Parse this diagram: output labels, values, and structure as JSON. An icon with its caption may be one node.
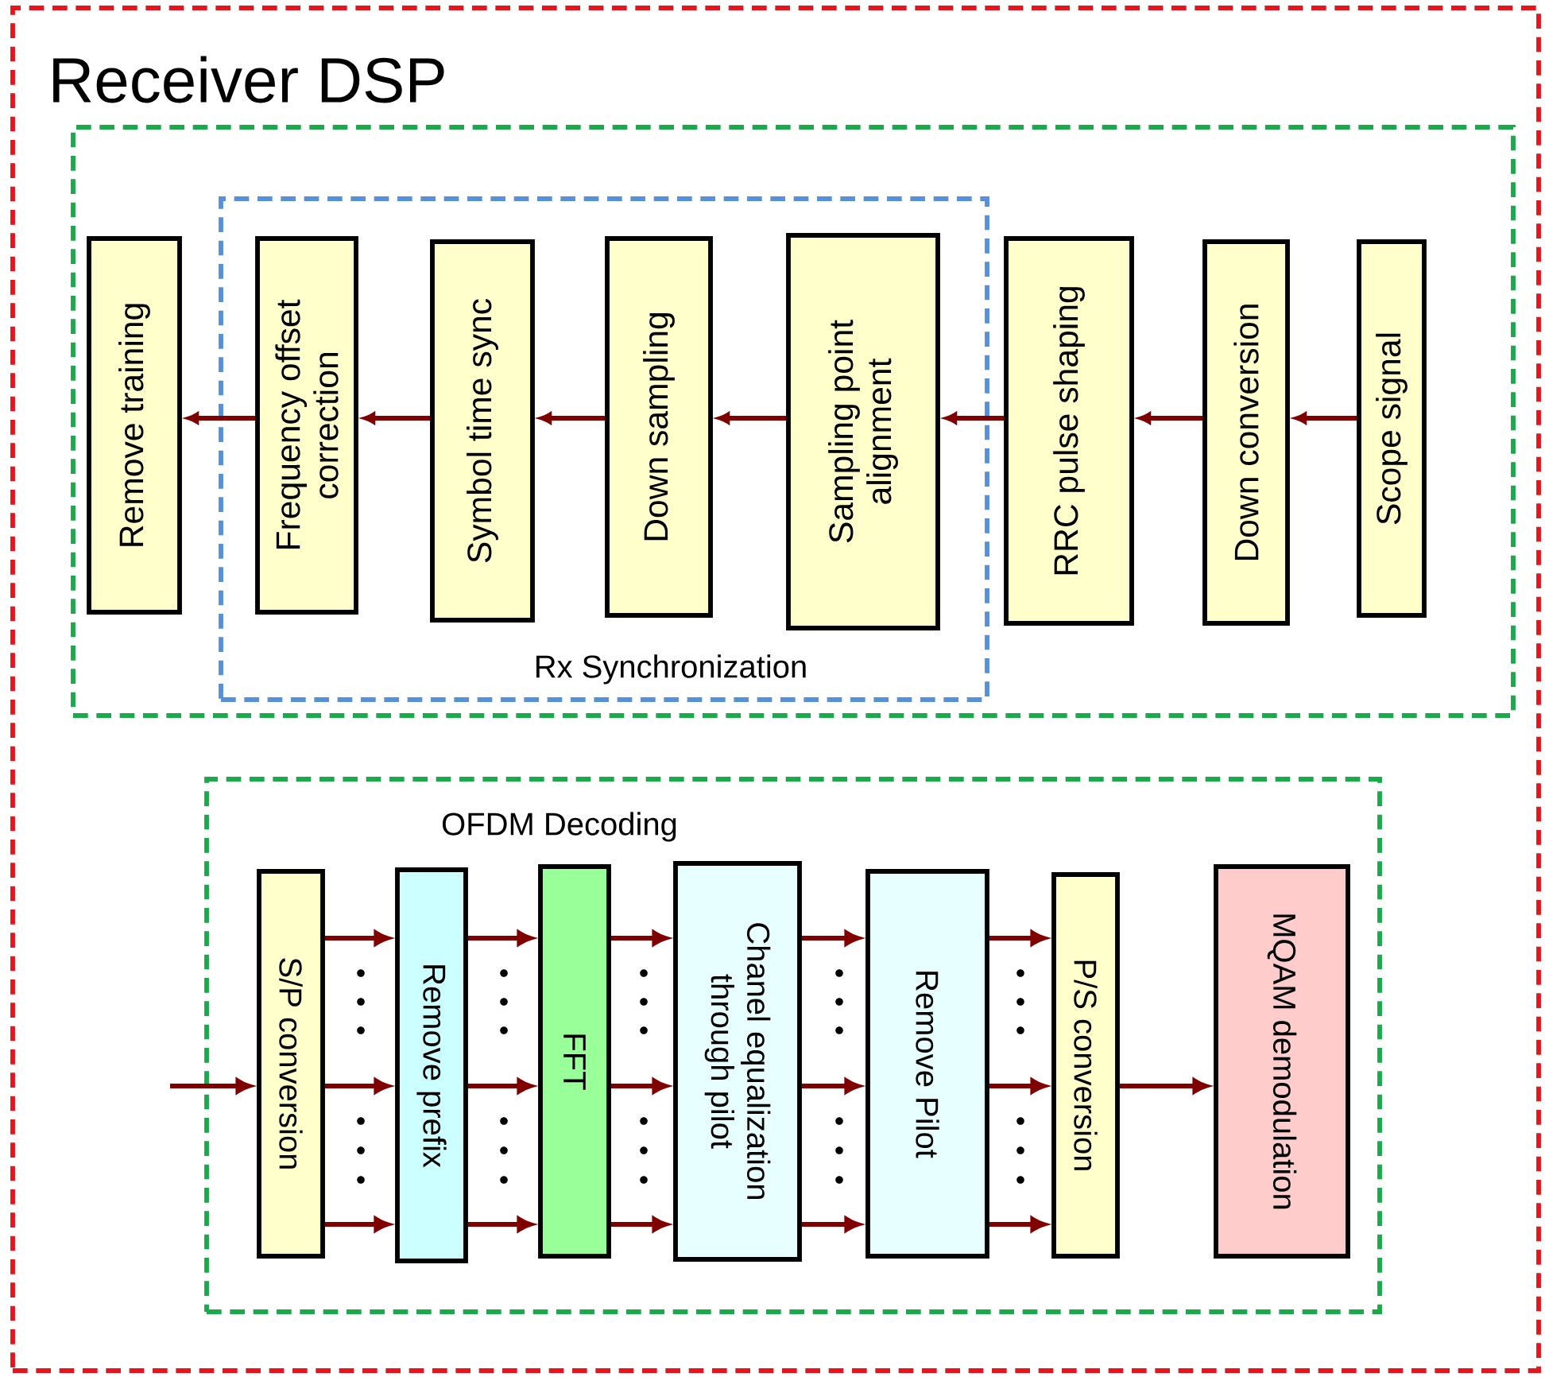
{
  "diagram": {
    "title": "Receiver DSP",
    "nodes": [
      {
        "text": [],
        "shape": "box"
      },
      {
        "text": [],
        "shape": "box",
        "in": 0
      },
      {
        "text": [
          "Remove training"
        ],
        "in": 1
      },
      {
        "text": [
          "Rx Synchronization"
        ],
        "in": 1
      },
      {
        "text": [
          "Frequency offset correction"
        ],
        "in": 3
      },
      {
        "text": [
          "Symbol time sync"
        ],
        "in": 3
      },
      {
        "text": [
          "Down sampling"
        ],
        "in": 3
      },
      {
        "text": [
          "Sampling point alignment"
        ],
        "in": 3
      },
      {
        "text": [
          "RRC pulse shaping"
        ],
        "in": 1
      },
      {
        "text": [
          "Down conversion"
        ],
        "in": 1
      },
      {
        "text": [
          "Scope signal"
        ],
        "in": 1
      },
      {
        "text": [
          "OFDM Decoding"
        ],
        "in": 0
      },
      {
        "text": [
          "S/P conversion"
        ],
        "in": 11
      },
      {
        "text": [
          "Remove prefix"
        ],
        "in": 11
      },
      {
        "text": [
          "FFT"
        ],
        "in": 11
      },
      {
        "text": [
          "Chanel equalization through pilot"
        ],
        "in": 11
      },
      {
        "text": [
          "Remove Pilot"
        ],
        "in": 11
      },
      {
        "text": [
          "P/S conversion"
        ],
        "in": 11
      },
      {
        "text": [
          "MQAM demodulation"
        ],
        "in": 11
      }
    ],
    "edges": [
      {
        "from": 10,
        "to": 9,
        "arrow": "to"
      },
      {
        "from": 9,
        "to": 8,
        "arrow": "to"
      },
      {
        "from": 8,
        "to": 7,
        "arrow": "to"
      },
      {
        "from": 7,
        "to": 6,
        "arrow": "to"
      },
      {
        "from": 6,
        "to": 5,
        "arrow": "to"
      },
      {
        "from": 5,
        "to": 4,
        "arrow": "to"
      },
      {
        "from": 4,
        "to": 2,
        "arrow": "to"
      },
      {
        "from": null,
        "to": 12,
        "arrow": "to"
      },
      {
        "from": 12,
        "to": 13,
        "arrow": "to"
      },
      {
        "from": 12,
        "to": 13,
        "arrow": "to"
      },
      {
        "from": 12,
        "to": 13,
        "arrow": "to"
      },
      {
        "from": 13,
        "to": 14,
        "arrow": "to"
      },
      {
        "from": 13,
        "to": 14,
        "arrow": "to"
      },
      {
        "from": 13,
        "to": 14,
        "arrow": "to"
      },
      {
        "from": 14,
        "to": 15,
        "arrow": "to"
      },
      {
        "from": 14,
        "to": 15,
        "arrow": "to"
      },
      {
        "from": 14,
        "to": 15,
        "arrow": "to"
      },
      {
        "from": 15,
        "to": 16,
        "arrow": "to"
      },
      {
        "from": 15,
        "to": 16,
        "arrow": "to"
      },
      {
        "from": 15,
        "to": 16,
        "arrow": "to"
      },
      {
        "from": 16,
        "to": 17,
        "arrow": "to"
      },
      {
        "from": 16,
        "to": 17,
        "arrow": "to"
      },
      {
        "from": 16,
        "to": 17,
        "arrow": "to"
      },
      {
        "from": 17,
        "to": 18,
        "arrow": "to"
      }
    ]
  }
}
